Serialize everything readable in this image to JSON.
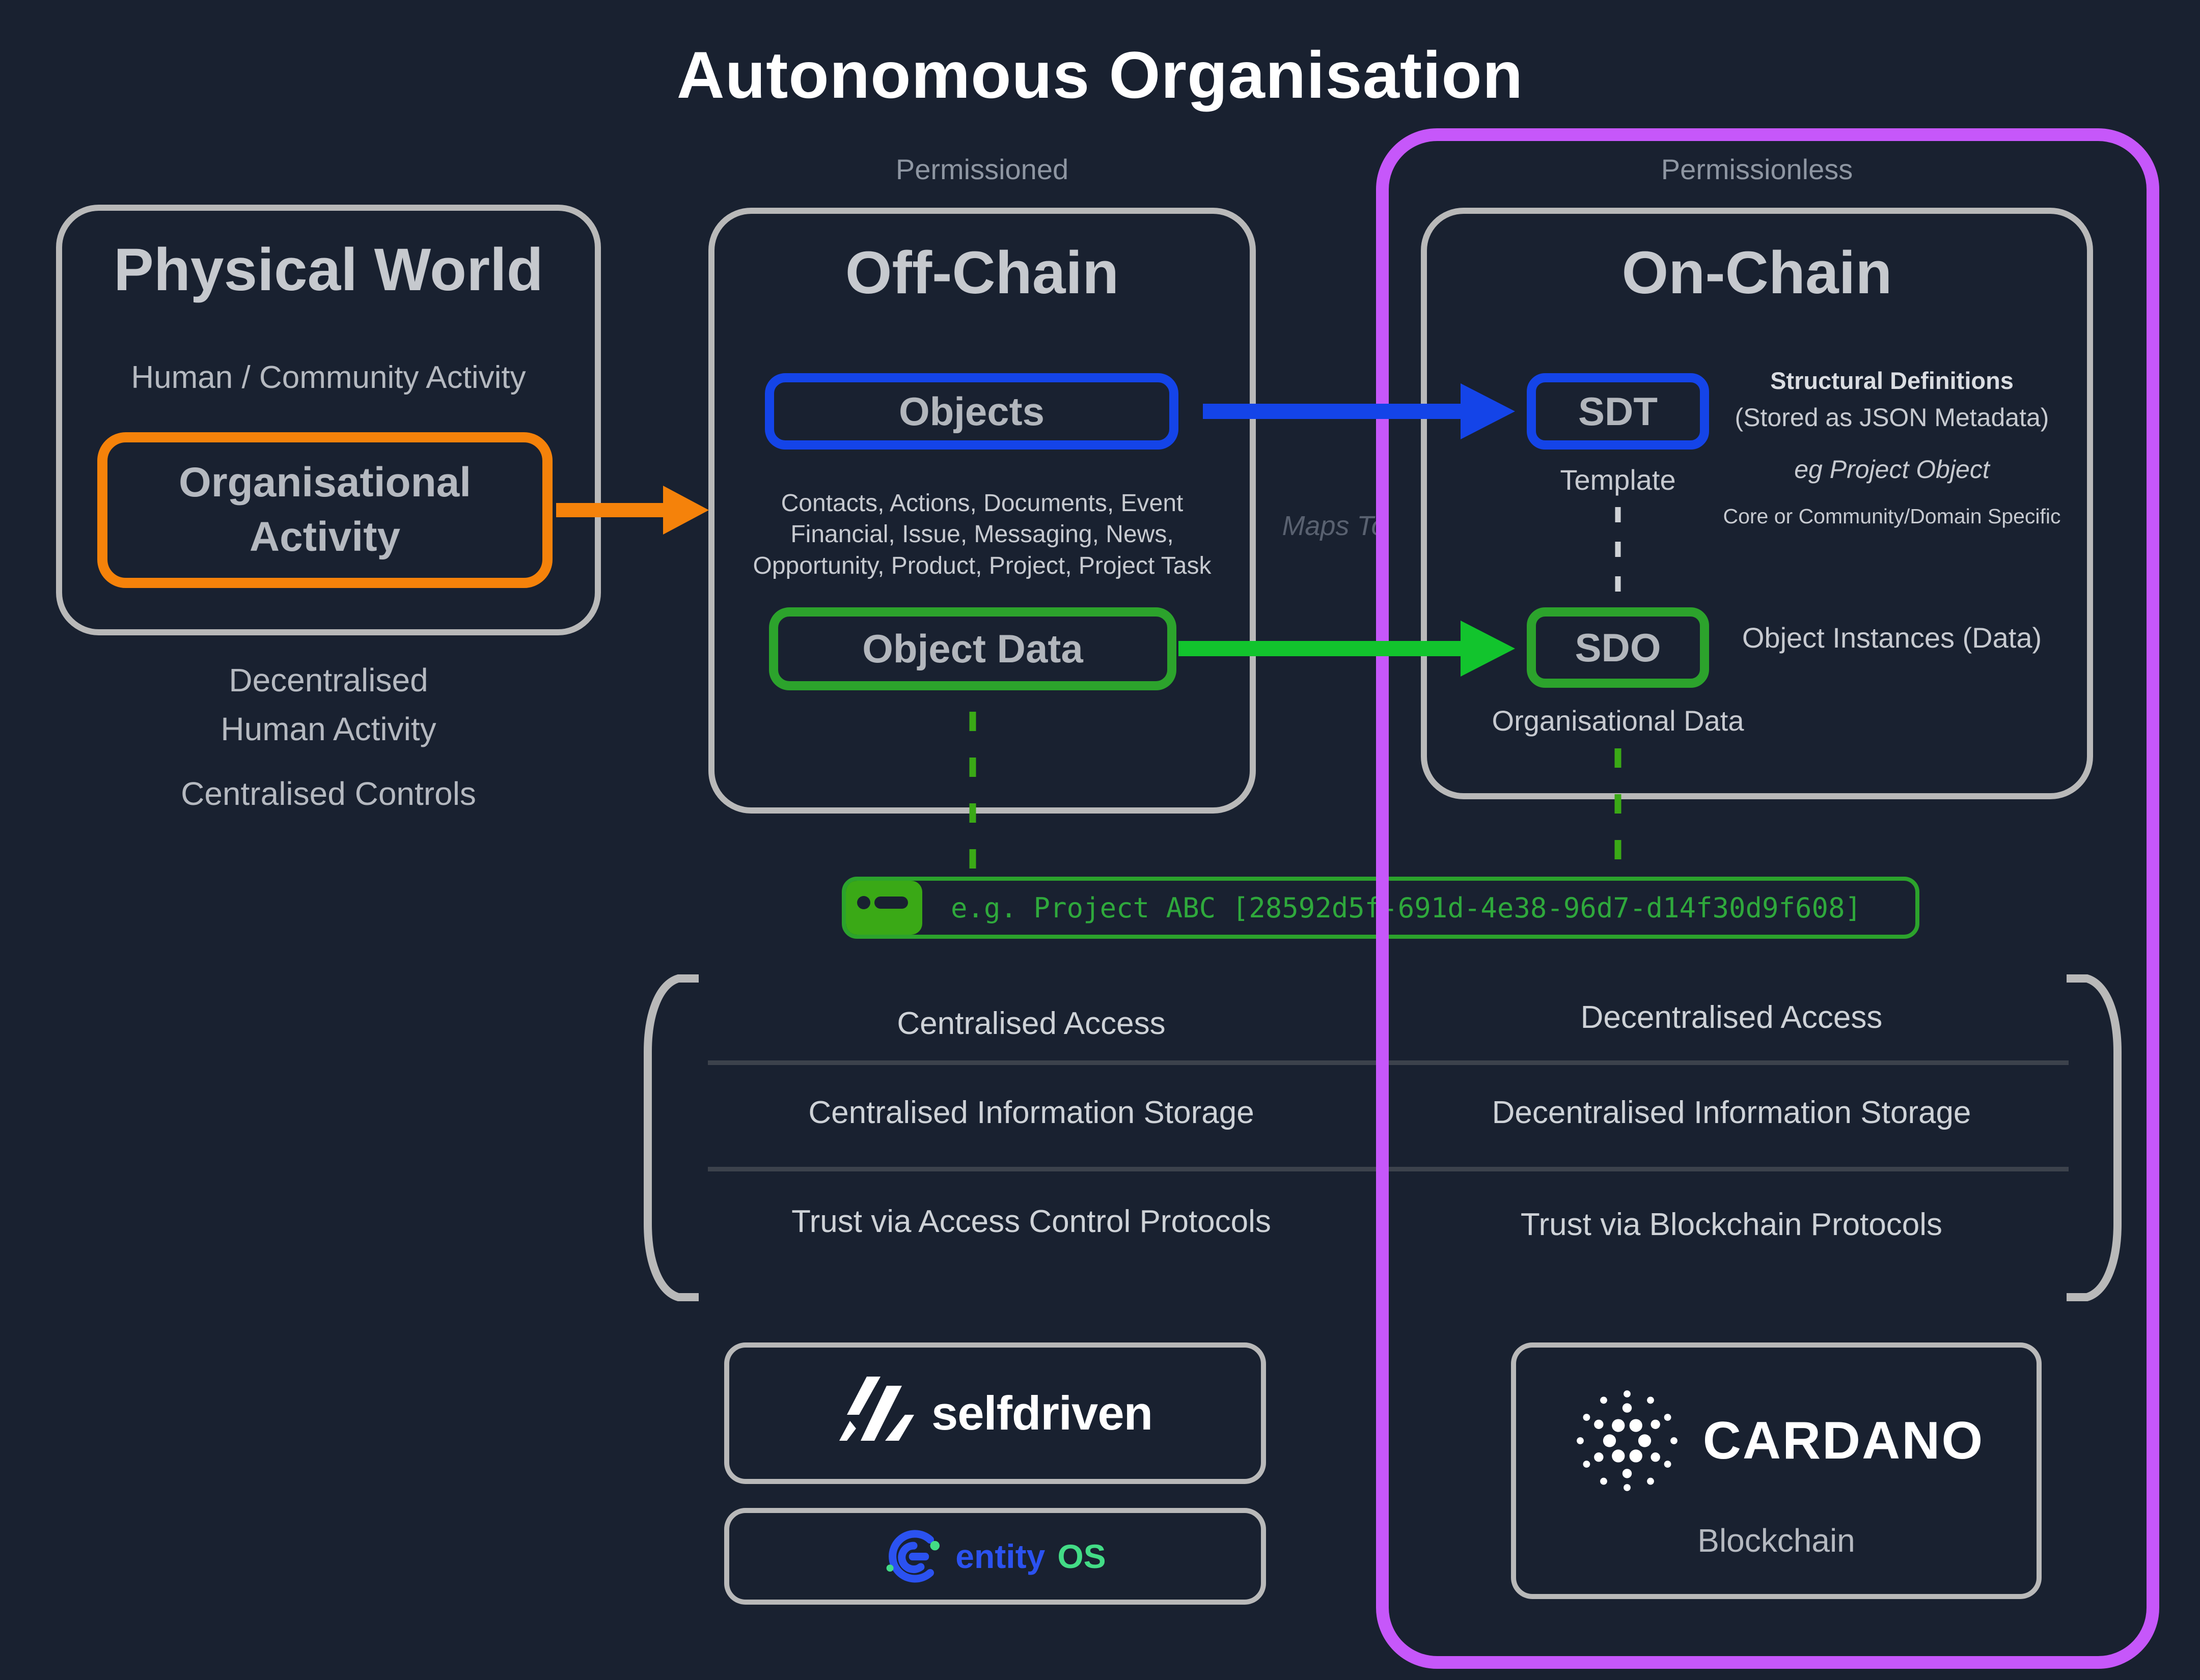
{
  "title": "Autonomous Organisation",
  "physical": {
    "heading": "Physical World",
    "subtitle": "Human / Community Activity",
    "activity_line1": "Organisational",
    "activity_line2": "Activity",
    "note1_line1": "Decentralised",
    "note1_line2": "Human Activity",
    "note2": "Centralised Controls"
  },
  "offchain": {
    "label": "Permissioned",
    "heading": "Off-Chain",
    "objects_label": "Objects",
    "objects_line1": "Contacts, Actions, Documents, Event",
    "objects_line2": "Financial, Issue, Messaging, News,",
    "objects_line3": "Opportunity, Product, Project, Project Task",
    "object_data_label": "Object Data"
  },
  "onchain": {
    "label": "Permissionless",
    "heading": "On-Chain",
    "sdt_label": "SDT",
    "sdt_caption": "Template",
    "sdt_note_title": "Structural Definitions",
    "sdt_note_sub": "(Stored as JSON Metadata)",
    "sdt_note_eg": "eg Project Object",
    "sdt_note_detail": "Core or Community/Domain Specific",
    "sdo_label": "SDO",
    "sdo_caption": "Organisational Data",
    "sdo_note": "Object Instances (Data)"
  },
  "maps_to": "Maps To",
  "code_example": "e.g. Project ABC [28592d5f-691d-4e38-96d7-d14f30d9f608]",
  "comparison": {
    "left": [
      "Centralised Access",
      "Centralised Information Storage",
      "Trust via Access Control Protocols"
    ],
    "right": [
      "Decentralised Access",
      "Decentralised Information Storage",
      "Trust via Blockchain Protocols"
    ]
  },
  "logos": {
    "selfdriven": "selfdriven",
    "entity": "entity",
    "os": "OS",
    "cardano": "CARDANO",
    "cardano_caption": "Blockchain"
  },
  "colors": {
    "background": "#192130",
    "accent_orange": "#f5820a",
    "accent_blue": "#1444e8",
    "accent_green": "#2ca32c",
    "accent_green_bright": "#12c42d",
    "accent_purple": "#c657fa",
    "box_border_gray": "#b9b9b9"
  }
}
